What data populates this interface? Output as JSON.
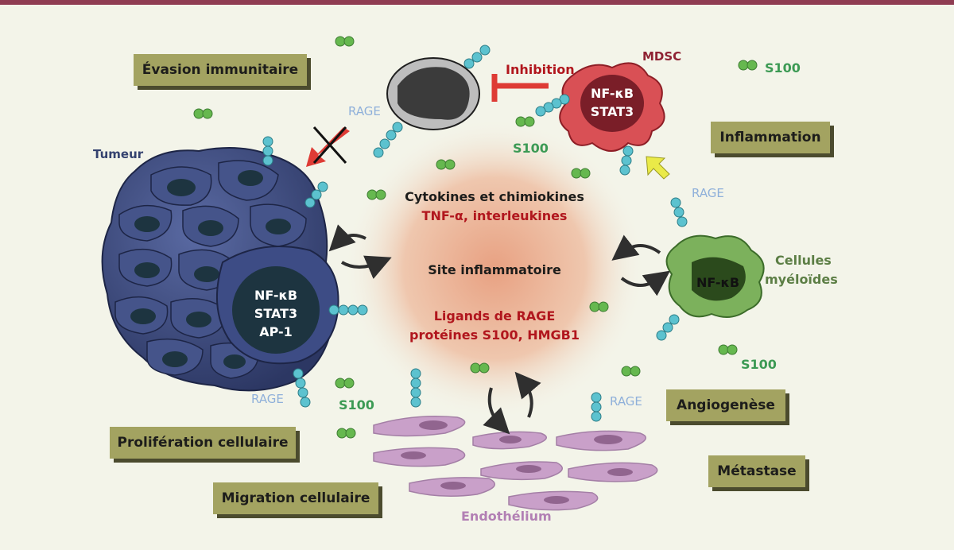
{
  "figure": {
    "colors": {
      "background": "#f3f4e9",
      "top_bar": "#8f3c52",
      "box_fill": "#a3a361",
      "box_shadow": "#4b4b2e",
      "inflammation_center": "#e8a182",
      "tumor": "#34426f",
      "tumor_nucleus": "#1d3440",
      "myeloid_cell": "#7cb15c",
      "mdsc_cell": "#d95055",
      "endothelial_cell": "#c9a0c9",
      "receptor": "#5cc2cf",
      "s100": "#66b84f",
      "inhibition": "#de3b35",
      "arrow_red": "#de3b35",
      "arrow_yellow": "#eaea48",
      "label_blue": "#8fb0da",
      "label_green": "#3c9a54",
      "label_red": "#b1161d"
    },
    "labels": {
      "tumeur": "Tumeur",
      "mdsc": "MDSC",
      "inhibition": "Inhibition",
      "endothelium": "Endothélium",
      "cellules_myeloides_1": "Cellules",
      "cellules_myeloides_2": "myéloïdes"
    },
    "boxes": {
      "evasion": "Évasion immunitaire",
      "inflammation": "Inflammation",
      "angiogenese": "Angiogenèse",
      "proliferation": "Prolifération cellulaire",
      "metastase": "Métastase",
      "migration": "Migration cellulaire"
    },
    "center": {
      "cytokines": "Cytokines et chimiokines",
      "cytokines_detail": "TNF-α, interleukines",
      "site": "Site inflammatoire",
      "ligands": "Ligands de RAGE",
      "ligands_detail": "protéines S100, HMGB1"
    },
    "cells": {
      "tumor_nucleus": [
        "NF-κB",
        "STAT3",
        "AP-1"
      ],
      "mdsc_nucleus": [
        "NF-κB",
        "STAT3"
      ],
      "myeloid_nucleus": "NF-κB"
    },
    "rage_label": "RAGE",
    "s100_label": "S100"
  }
}
